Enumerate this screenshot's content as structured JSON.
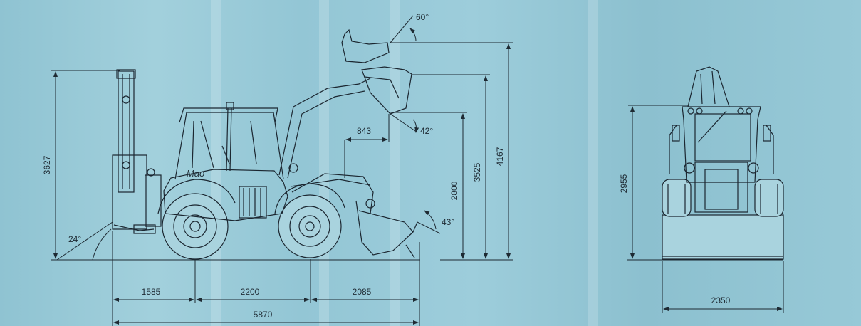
{
  "side_view": {
    "dimensions": {
      "overall_length": "5870",
      "rear_overhang": "1585",
      "wheelbase": "2200",
      "front_overhang": "2085",
      "backhoe_height": "3627",
      "dump_height": "2800",
      "pin_height": "3525",
      "max_height": "4167",
      "dump_reach": "843"
    },
    "angles": {
      "rear_departure": "24°",
      "bucket_rollback": "43°",
      "dump_angle": "42°",
      "max_dump_angle": "60°"
    }
  },
  "front_view": {
    "dimensions": {
      "height": "2955",
      "width": "2350"
    }
  },
  "colors": {
    "background": "#97c9d7",
    "line": "#1e2a33"
  }
}
